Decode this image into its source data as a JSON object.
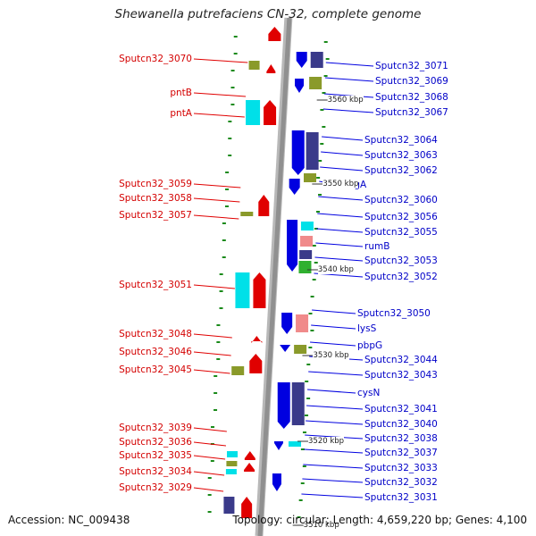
{
  "title": "Shewanella putrefaciens CN-32, complete genome",
  "footer": {
    "accession": "Accession: NC_009438",
    "summary": "Topology: circular; Length: 4,659,220 bp; Genes: 4,100"
  },
  "scale_ticks": [
    "3560 kbp",
    "3550 kbp",
    "3540 kbp",
    "3530 kbp",
    "3520 kbp",
    "3510 kbp"
  ],
  "left_labels": [
    "Sputcn32_3070",
    "pntB",
    "pntA",
    "Sputcn32_3059",
    "Sputcn32_3058",
    "Sputcn32_3057",
    "Sputcn32_3051",
    "Sputcn32_3048",
    "Sputcn32_3046",
    "Sputcn32_3045",
    "Sputcn32_3039",
    "Sputcn32_3036",
    "Sputcn32_3035",
    "Sputcn32_3034",
    "Sputcn32_3029"
  ],
  "right_labels": [
    "Sputcn32_3071",
    "Sputcn32_3069",
    "Sputcn32_3068",
    "Sputcn32_3067",
    "Sputcn32_3064",
    "Sputcn32_3063",
    "Sputcn32_3062",
    "mtgA",
    "Sputcn32_3060",
    "Sputcn32_3056",
    "Sputcn32_3055",
    "rumB",
    "Sputcn32_3053",
    "Sputcn32_3052",
    "Sputcn32_3050",
    "lysS",
    "pbpG",
    "Sputcn32_3044",
    "Sputcn32_3043",
    "cysN",
    "Sputcn32_3041",
    "Sputcn32_3040",
    "Sputcn32_3038",
    "Sputcn32_3037",
    "Sputcn32_3033",
    "Sputcn32_3032",
    "Sputcn32_3031"
  ],
  "colors": {
    "forward_strand": "#e00000",
    "reverse_strand": "#0000e0",
    "backbone": "#909090",
    "cog_olive": "#8a9a2a",
    "cog_cyan": "#00e0e8",
    "cog_navy": "#3a3a8a",
    "cog_pink": "#f08a8a",
    "cog_green": "#30b030",
    "tick_green": "#1a8a1a"
  }
}
